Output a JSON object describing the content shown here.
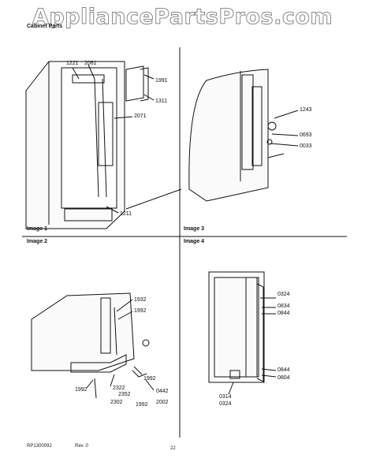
{
  "watermark": "AppliancePartsPros.com",
  "header_text": "Cabinet Parts",
  "panels": {
    "image1": {
      "caption": "Image 1",
      "parts": [
        "1221",
        "2061",
        "1991",
        "1311",
        "2071",
        "1211"
      ]
    },
    "image2": {
      "caption": "Image 2",
      "parts": [
        "1932",
        "1992",
        "1992",
        "0442",
        "2322",
        "2352",
        "2302",
        "1992",
        "1992",
        "2002"
      ]
    },
    "image3": {
      "caption": "Image 3",
      "parts": [
        "1243",
        "0693",
        "0033"
      ]
    },
    "image4": {
      "caption": "Image 4",
      "parts": [
        "0324",
        "0834",
        "0844",
        "0844",
        "0804",
        "0314",
        "0324"
      ]
    }
  },
  "footer": {
    "code": "RP1300092",
    "rev": "Rev. 0",
    "page": "22"
  }
}
